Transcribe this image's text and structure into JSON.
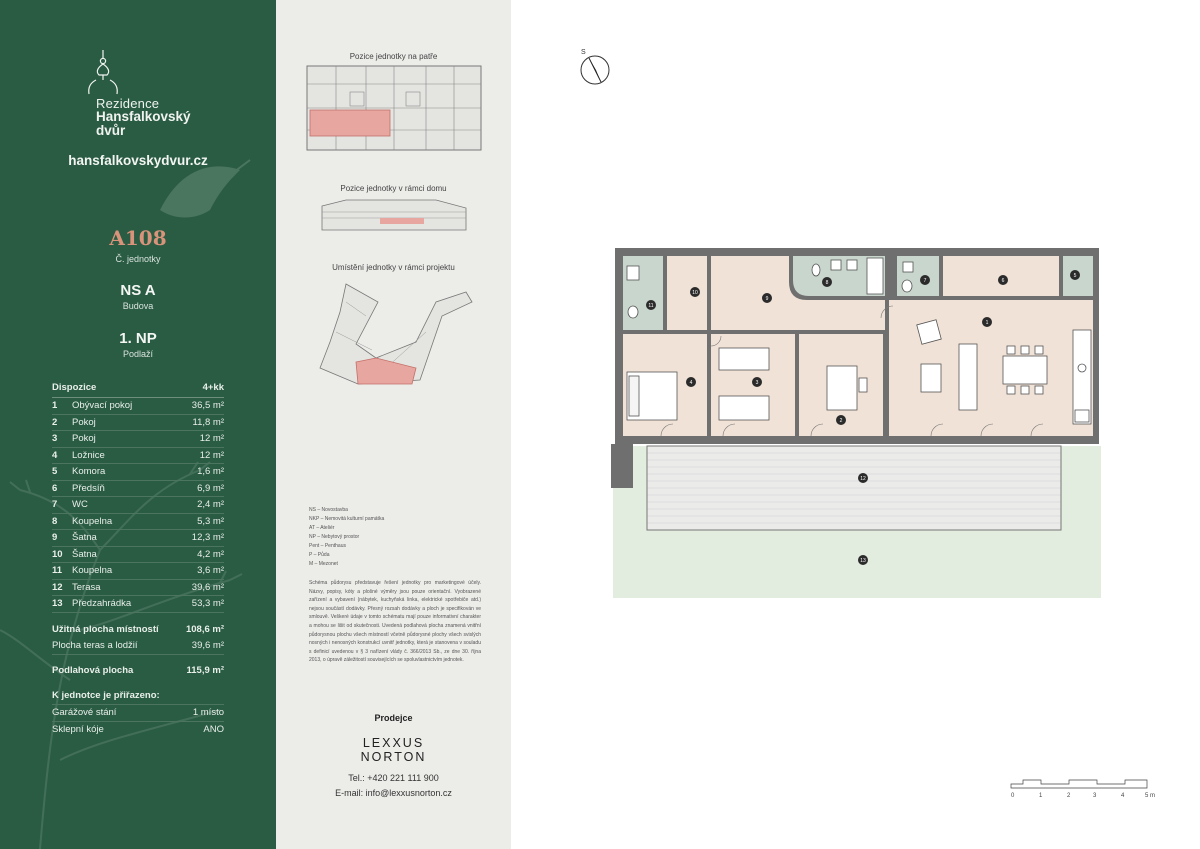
{
  "brand": {
    "line1": "Rezidence",
    "line2": "Hansfalkovský",
    "line3": "dvůr",
    "website": "hansfalkovskydvur.cz"
  },
  "unit": {
    "code": "A108",
    "code_caption": "Č. jednotky",
    "building": "NS A",
    "building_caption": "Budova",
    "floor": "1. NP",
    "floor_caption": "Podlaží"
  },
  "disposition": {
    "label": "Dispozice",
    "value": "4+kk",
    "rooms": [
      {
        "n": "1",
        "name": "Obývací pokoj",
        "area": "36,5 m²"
      },
      {
        "n": "2",
        "name": "Pokoj",
        "area": "11,8 m²"
      },
      {
        "n": "3",
        "name": "Pokoj",
        "area": "12 m²"
      },
      {
        "n": "4",
        "name": "Ložnice",
        "area": "12 m²"
      },
      {
        "n": "5",
        "name": "Komora",
        "area": "1,6 m²"
      },
      {
        "n": "6",
        "name": "Předsíň",
        "area": "6,9 m²"
      },
      {
        "n": "7",
        "name": "WC",
        "area": "2,4 m²"
      },
      {
        "n": "8",
        "name": "Koupelna",
        "area": "5,3 m²"
      },
      {
        "n": "9",
        "name": "Šatna",
        "area": "12,3 m²"
      },
      {
        "n": "10",
        "name": "Šatna",
        "area": "4,2 m²"
      },
      {
        "n": "11",
        "name": "Koupelna",
        "area": "3,6 m²"
      },
      {
        "n": "12",
        "name": "Terasa",
        "area": "39,6 m²"
      },
      {
        "n": "13",
        "name": "Předzahrádka",
        "area": "53,3 m²"
      }
    ]
  },
  "totals": {
    "usable_label": "Užitná plocha místností",
    "usable_value": "108,6 m²",
    "terrace_label": "Plocha teras a lodžií",
    "terrace_value": "39,6 m²",
    "floor_label": "Podlahová plocha",
    "floor_value": "115,9 m²"
  },
  "assigned": {
    "title": "K jednotce je přiřazeno:",
    "garage_label": "Garážové stání",
    "garage_value": "1 místo",
    "cellar_label": "Sklepní kóje",
    "cellar_value": "ANO"
  },
  "middle": {
    "position_floor": "Pozice jednotky na patře",
    "position_house": "Pozice jednotky v rámci domu",
    "position_project": "Umístění jednotky v rámci projektu",
    "legend": [
      "NS – Novostavba",
      "NKP – Nemovitá kulturní památka",
      "AT – Ateliér",
      "NP – Nebytový prostor",
      "Pent – Penthaus",
      "P – Půda",
      "M – Mezonet"
    ],
    "note": "Schéma půdorysu představuje řešení jednotky pro marketingové účely. Názvy, popisy, kóty a plošné výměry jsou pouze orientační. Vyobrazené zařízení a vybavení (nábytek, kuchyňská linka, elektrické spotřebiče atd.) nejsou součástí dodávky. Přesný rozsah dodávky a ploch je specifikován ve smlouvě. Veškeré údaje v tomto schématu mají pouze informativní charakter a mohou se lišit od skutečnosti. Uvedená podlahová plocha znamená vnitřní půdorysnou plochu všech místností včetně půdorysné plochy všech svislých nosných i nenosných konstrukcí uvnitř jednotky, která je stanovena v souladu s definicí uvedenou v § 3 nařízení vlády č. 366/2013 Sb., ze dne 30. října 2013, o úpravě záležitostí souvisejících se spoluvlastnictvím jednotek.",
    "seller_title": "Prodejce",
    "seller_line1": "LEXXUS",
    "seller_line2": "NORTON",
    "phone": "Tel.: +420 221 111 900",
    "email": "E-mail: info@lexxusnorton.cz"
  },
  "plan": {
    "north_label": "S",
    "room_labels": [
      "1",
      "2",
      "3",
      "4",
      "5",
      "6",
      "7",
      "8",
      "9",
      "10",
      "11",
      "12",
      "13"
    ],
    "scale_labels": [
      "0",
      "1",
      "2",
      "3",
      "4",
      "5 m"
    ],
    "colors": {
      "room": "#f0e2d6",
      "wet": "#c9d6cd",
      "garden": "#e2ecdf",
      "terrace": "#e8e8e6",
      "wall": "#6f6f6f",
      "highlight": "#e7a6a0"
    }
  }
}
